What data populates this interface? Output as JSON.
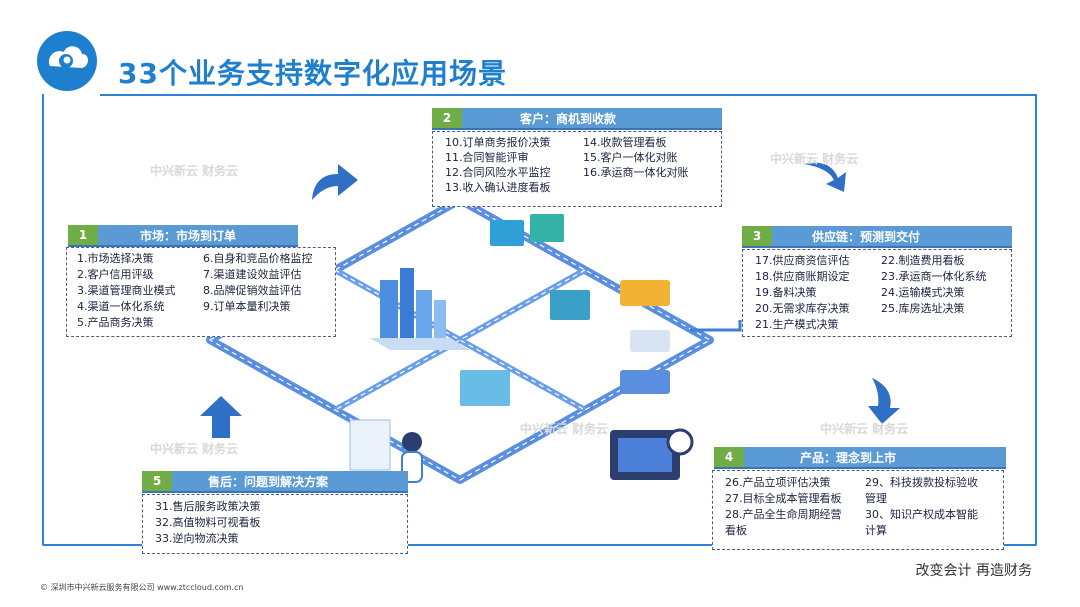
{
  "header": {
    "title": "33个业务支持数字化应用场景"
  },
  "watermark": "中兴新云 财务云",
  "cards": [
    {
      "num": "1",
      "title": "市场：市场到订单",
      "items_left": [
        "1.市场选择决策",
        "2.客户信用评级",
        "3.渠道管理商业模式",
        "4.渠道一体化系统",
        "5.产品商务决策"
      ],
      "items_right": [
        "6.自身和竞品价格监控",
        "7.渠道建设效益评估",
        "8.品牌促销效益评估",
        "9.订单本量利决策"
      ]
    },
    {
      "num": "2",
      "title": "客户：商机到收款",
      "items_left": [
        "10.订单商务报价决策",
        "11.合同智能评审",
        "12.合同风险水平监控",
        "13.收入确认进度看板"
      ],
      "items_right": [
        "14.收款管理看板",
        "15.客户一体化对账",
        "16.承运商一体化对账"
      ]
    },
    {
      "num": "3",
      "title": "供应链：预测到交付",
      "items_left": [
        "17.供应商资信评估",
        "18.供应商账期设定",
        "19.备料决策",
        "20.无需求库存决策",
        "21.生产模式决策"
      ],
      "items_right": [
        "22.制造费用看板",
        "23.承运商一体化系统",
        "24.运输模式决策",
        "25.库房选址决策"
      ]
    },
    {
      "num": "4",
      "title": "产品：理念到上市",
      "items_left": [
        "26.产品立项评估决策",
        "27.目标全成本管理看板",
        "28.产品全生命周期经营",
        "看板"
      ],
      "items_right": [
        "29、科技拨款投标验收",
        "管理",
        "30、知识产权成本智能",
        "计算"
      ]
    },
    {
      "num": "5",
      "title": "售后：问题到解决方案",
      "items_left": [
        "31.售后服务政策决策",
        "32.高值物料可视看板",
        "33.逆向物流决策"
      ],
      "items_right": []
    }
  ],
  "footer": {
    "slogan": "改变会计  再造财务",
    "copyright": "© 深圳市中兴新云服务有限公司  www.ztccloud.com.cn"
  },
  "colors": {
    "accent": "#1f7fcf",
    "head": "#5b9bd5",
    "num": "#70ad47",
    "road": "#3f7fd6"
  }
}
